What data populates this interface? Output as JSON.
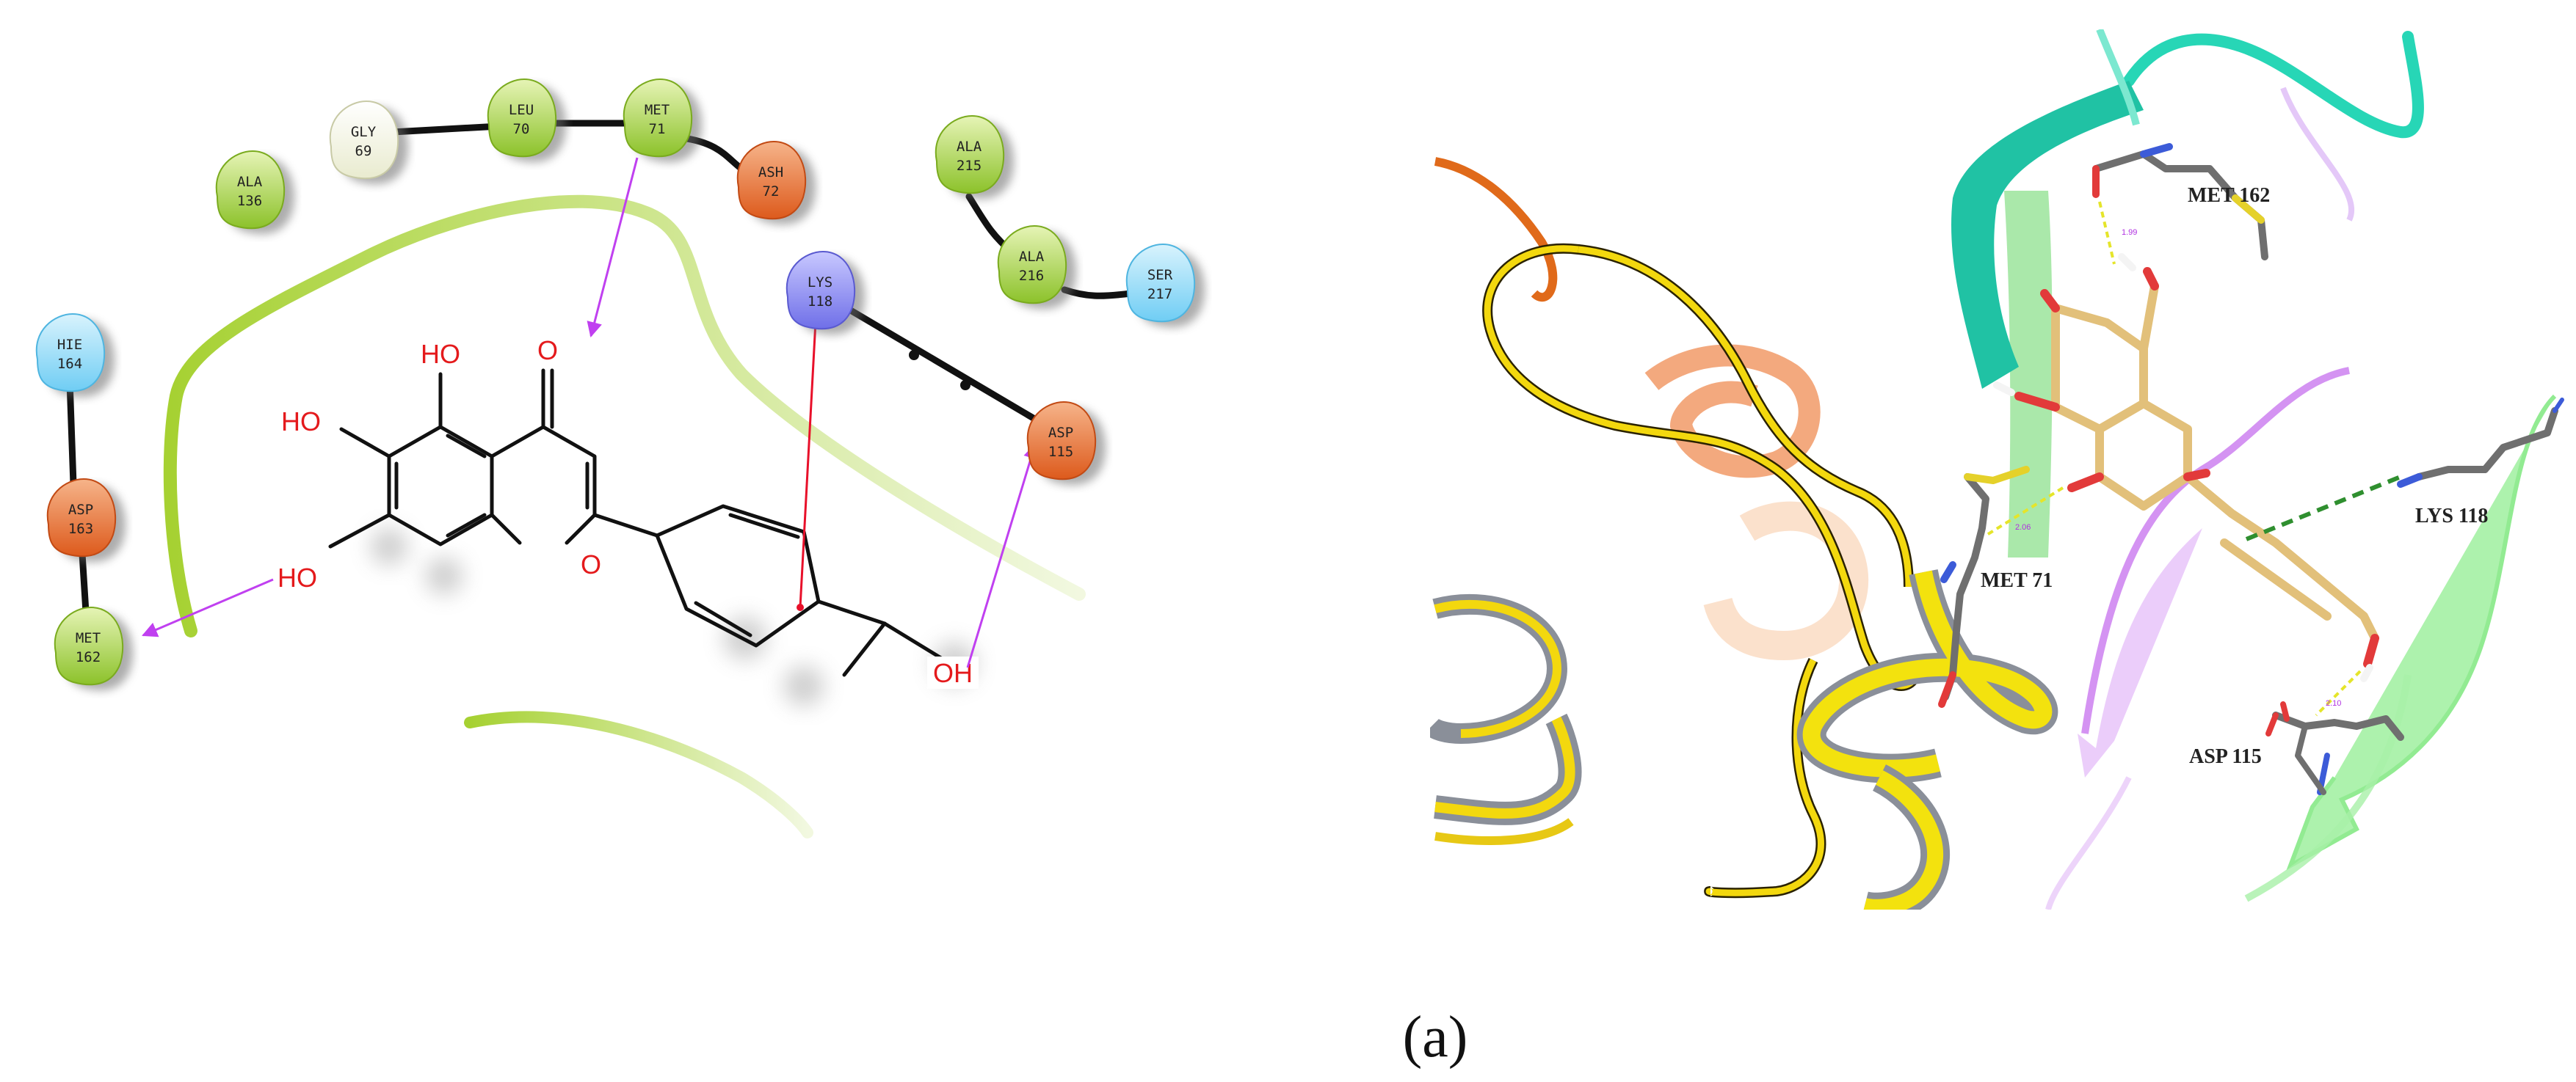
{
  "interaction_2d": {
    "residues": [
      {
        "id": "gly69",
        "name": "GLY",
        "num": "69",
        "type": "neutral"
      },
      {
        "id": "leu70",
        "name": "LEU",
        "num": "70",
        "type": "hydrophobic"
      },
      {
        "id": "met71",
        "name": "MET",
        "num": "71",
        "type": "hydrophobic"
      },
      {
        "id": "ash72",
        "name": "ASH",
        "num": "72",
        "type": "negative"
      },
      {
        "id": "ala136",
        "name": "ALA",
        "num": "136",
        "type": "hydrophobic"
      },
      {
        "id": "ala215",
        "name": "ALA",
        "num": "215",
        "type": "hydrophobic"
      },
      {
        "id": "ala216",
        "name": "ALA",
        "num": "216",
        "type": "hydrophobic"
      },
      {
        "id": "ser217",
        "name": "SER",
        "num": "217",
        "type": "polar"
      },
      {
        "id": "lys118",
        "name": "LYS",
        "num": "118",
        "type": "positive"
      },
      {
        "id": "asp115",
        "name": "ASP",
        "num": "115",
        "type": "negative"
      },
      {
        "id": "hie164",
        "name": "HIE",
        "num": "164",
        "type": "polar"
      },
      {
        "id": "asp163",
        "name": "ASP",
        "num": "163",
        "type": "negative"
      },
      {
        "id": "met162",
        "name": "MET",
        "num": "162",
        "type": "hydrophobic"
      }
    ],
    "atoms": {
      "ho_top": "HO",
      "o_carbonyl": "O",
      "ho_left": "HO",
      "ho_bottom": "HO",
      "o_ring": "O",
      "oh_phenyl": "OH"
    }
  },
  "view_3d": {
    "labels": {
      "met162": "MET 162",
      "met71": "MET 71",
      "lys118": "LYS 118",
      "asp115": "ASP 115"
    },
    "distances": {
      "met162": "1.99",
      "met71": "2.06",
      "asp115": "2.10"
    }
  },
  "colors": {
    "hydrophobic": "#9ccc2f",
    "negative": "#e4682c",
    "positive": "#7f7ff0",
    "polar": "#7fd3f5",
    "neutral": "#f2f2dc",
    "pocket_line": "#a6d132",
    "hbond_arrow": "#c040f0",
    "pi_cation": "#e8102a",
    "atom_red": "#e41a1c",
    "ligand_carbon": "#e2c07a",
    "helix_yellow": "#f3d80e",
    "cyan_strand": "#27d6b6",
    "green_strand": "#7fe87f",
    "purple_strand": "#cc80f0"
  },
  "caption": "(a)"
}
